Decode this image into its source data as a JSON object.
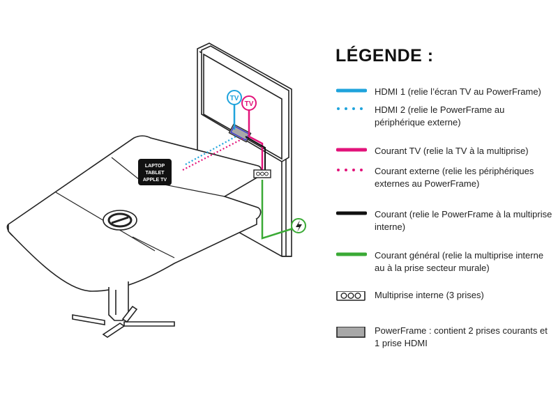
{
  "legend": {
    "title": "LÉGENDE :",
    "items": [
      {
        "key": "hdmi1",
        "label": "HDMI 1 (relie l’écran TV au PowerFrame)"
      },
      {
        "key": "hdmi2",
        "label": "HDMI 2 (relie le PowerFrame au périphérique externe)"
      },
      {
        "key": "tv_power",
        "label": "Courant TV (relie la TV à la multiprise)"
      },
      {
        "key": "ext_power",
        "label": "Courant externe (relie les périphériques externes au PowerFrame)"
      },
      {
        "key": "power",
        "label": "Courant (relie le PowerFrame à la multiprise interne)"
      },
      {
        "key": "main_power",
        "label": "Courant général (relie la multiprise interne au à la prise secteur murale)"
      },
      {
        "key": "power_strip",
        "label": "Multiprise interne (3 prises)"
      },
      {
        "key": "powerframe",
        "label": "PowerFrame : contient 2 prises courants et 1 prise HDMI"
      }
    ]
  },
  "diagram": {
    "device_label": [
      "LAPTOP",
      "TABLET",
      "APPLE TV"
    ],
    "tv_icon_label": "TV"
  },
  "colors": {
    "hdmi": "#1fa3dc",
    "tv_power": "#e2137a",
    "power": "#111111",
    "main_power": "#3aaa35",
    "powerframe": "#a8a8a8"
  }
}
